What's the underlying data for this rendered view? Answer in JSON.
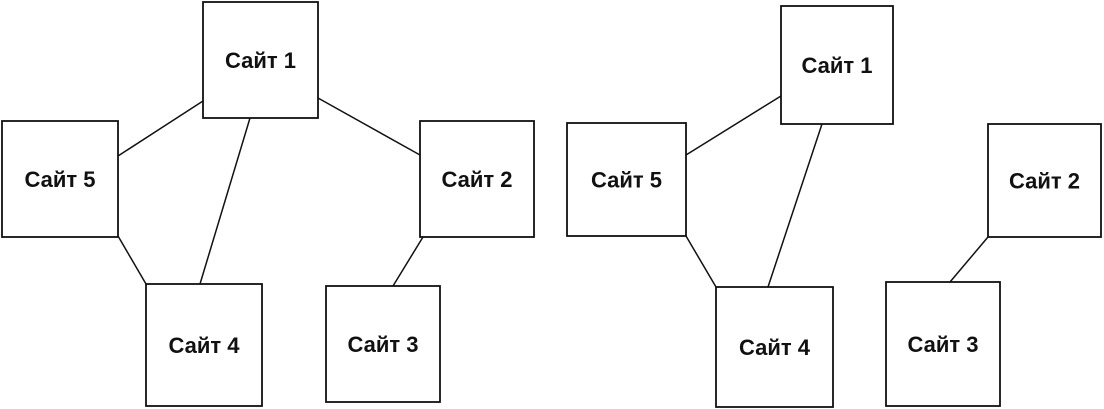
{
  "diagrams": [
    {
      "nodes": [
        {
          "id": "s1",
          "label": "Сайт 1"
        },
        {
          "id": "s2",
          "label": "Сайт 2"
        },
        {
          "id": "s3",
          "label": "Сайт 3"
        },
        {
          "id": "s4",
          "label": "Сайт 4"
        },
        {
          "id": "s5",
          "label": "Сайт 5"
        }
      ],
      "edges": [
        [
          "s1",
          "s5"
        ],
        [
          "s1",
          "s4"
        ],
        [
          "s1",
          "s2"
        ],
        [
          "s5",
          "s4"
        ],
        [
          "s2",
          "s3"
        ]
      ]
    },
    {
      "nodes": [
        {
          "id": "s1",
          "label": "Сайт 1"
        },
        {
          "id": "s2",
          "label": "Сайт 2"
        },
        {
          "id": "s3",
          "label": "Сайт 3"
        },
        {
          "id": "s4",
          "label": "Сайт 4"
        },
        {
          "id": "s5",
          "label": "Сайт 5"
        }
      ],
      "edges": [
        [
          "s1",
          "s5"
        ],
        [
          "s1",
          "s4"
        ],
        [
          "s5",
          "s4"
        ],
        [
          "s2",
          "s3"
        ]
      ]
    }
  ]
}
